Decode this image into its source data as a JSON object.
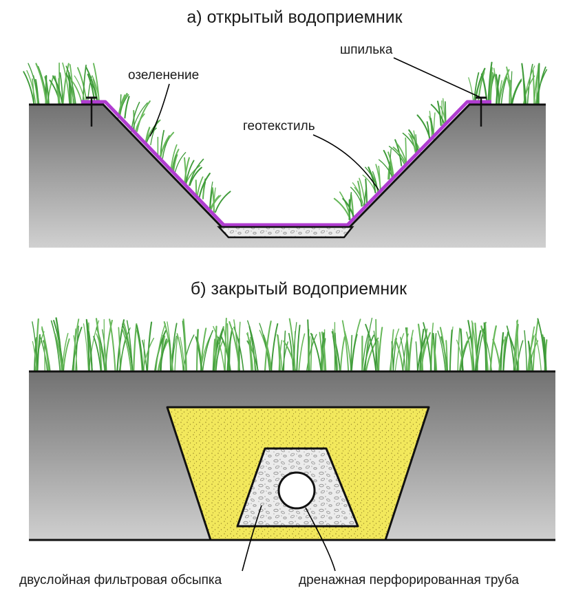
{
  "panel_a": {
    "title": "а) открытый водоприемник",
    "labels": {
      "greening": "озеленение",
      "pin": "шпилька",
      "geotextile": "геотекстиль"
    }
  },
  "panel_b": {
    "title": "б) закрытый водоприемник",
    "labels": {
      "filter_bedding": "двуслойная фильтровая обсыпка",
      "drain_pipe": "дренажная перфорированная труба"
    }
  },
  "colors": {
    "ground_dark": "#7a7a7a",
    "ground_light": "#c9c9c9",
    "geotextile": "#b03dd0",
    "sand": "#f2e85c",
    "gravel": "#e6e6e6",
    "grass": "#3f9b3a"
  }
}
